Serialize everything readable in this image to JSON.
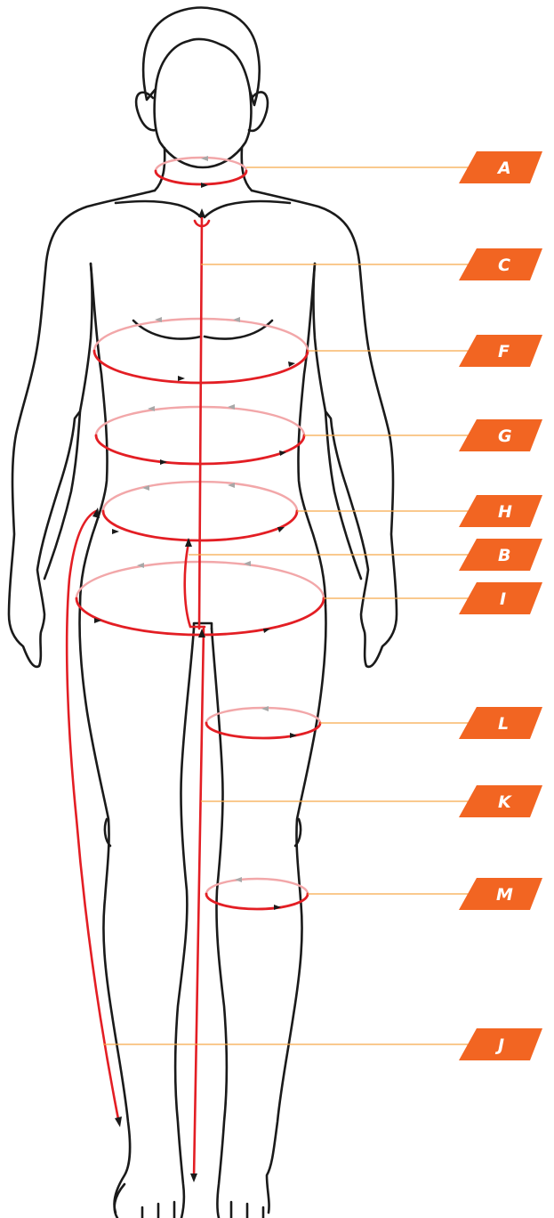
{
  "colors": {
    "outline": "#1a1a1a",
    "measure_front": "#e31e24",
    "measure_back": "#f2a7a9",
    "leader": "#f7a94a",
    "tag": "#f26522",
    "tag_text": "#ffffff"
  },
  "labels": [
    {
      "id": "a",
      "letter": "A"
    },
    {
      "id": "c",
      "letter": "C"
    },
    {
      "id": "f",
      "letter": "F"
    },
    {
      "id": "g",
      "letter": "G"
    },
    {
      "id": "h",
      "letter": "H"
    },
    {
      "id": "b",
      "letter": "B"
    },
    {
      "id": "i",
      "letter": "I"
    },
    {
      "id": "l",
      "letter": "L"
    },
    {
      "id": "k",
      "letter": "K"
    },
    {
      "id": "m",
      "letter": "M"
    },
    {
      "id": "j",
      "letter": "J"
    }
  ]
}
